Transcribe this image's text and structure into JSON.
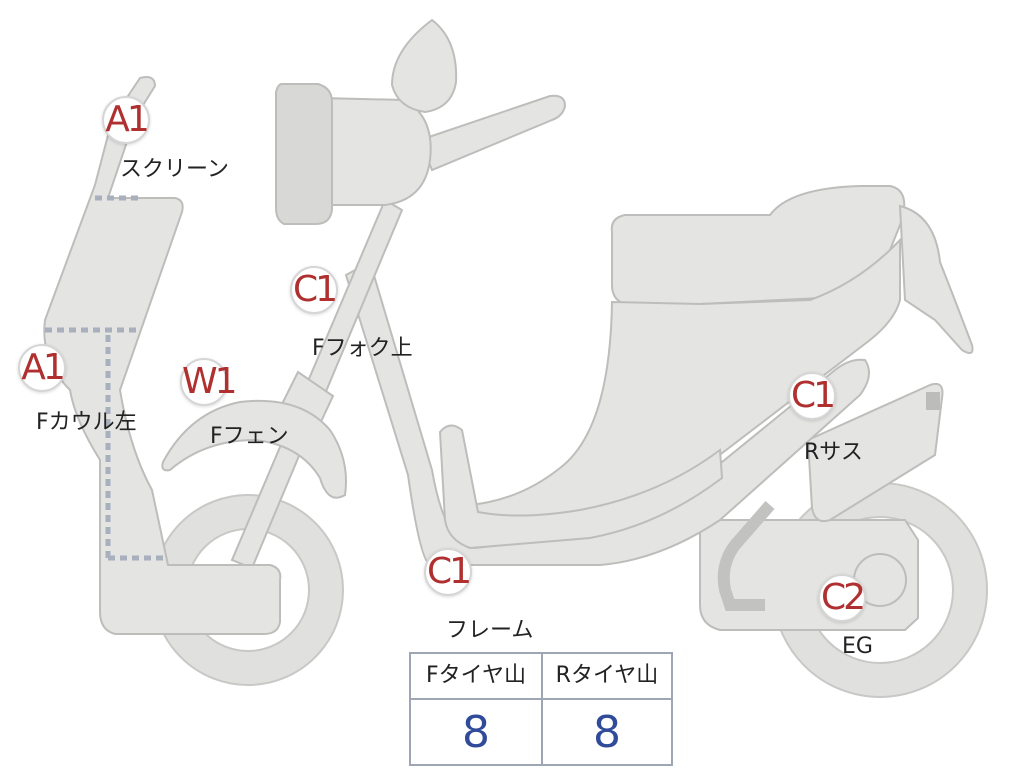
{
  "labels": [
    {
      "id": "screen",
      "badge": "A1",
      "part": "スクリーン"
    },
    {
      "id": "fcowl-left",
      "badge": "A1",
      "part": "Fカウル左"
    },
    {
      "id": "f-fender",
      "badge": "W1",
      "part": "Fフェン"
    },
    {
      "id": "f-fork-upper",
      "badge": "C1",
      "part": "Fフォク上"
    },
    {
      "id": "frame",
      "badge": "C1",
      "part": "フレーム"
    },
    {
      "id": "r-sus",
      "badge": "C1",
      "part": "Rサス"
    },
    {
      "id": "engine",
      "badge": "C2",
      "part": "EG"
    }
  ],
  "tire_table": {
    "headers": [
      "Fタイヤ山",
      "Rタイヤ山"
    ],
    "values": [
      "8",
      "8"
    ]
  },
  "colors": {
    "body_fill": "#e4e4e2",
    "badge_text": "#b03030",
    "value_text": "#2f4b9a",
    "table_border": "#9ea6b4",
    "dotted_line": "#a9b0bd"
  }
}
